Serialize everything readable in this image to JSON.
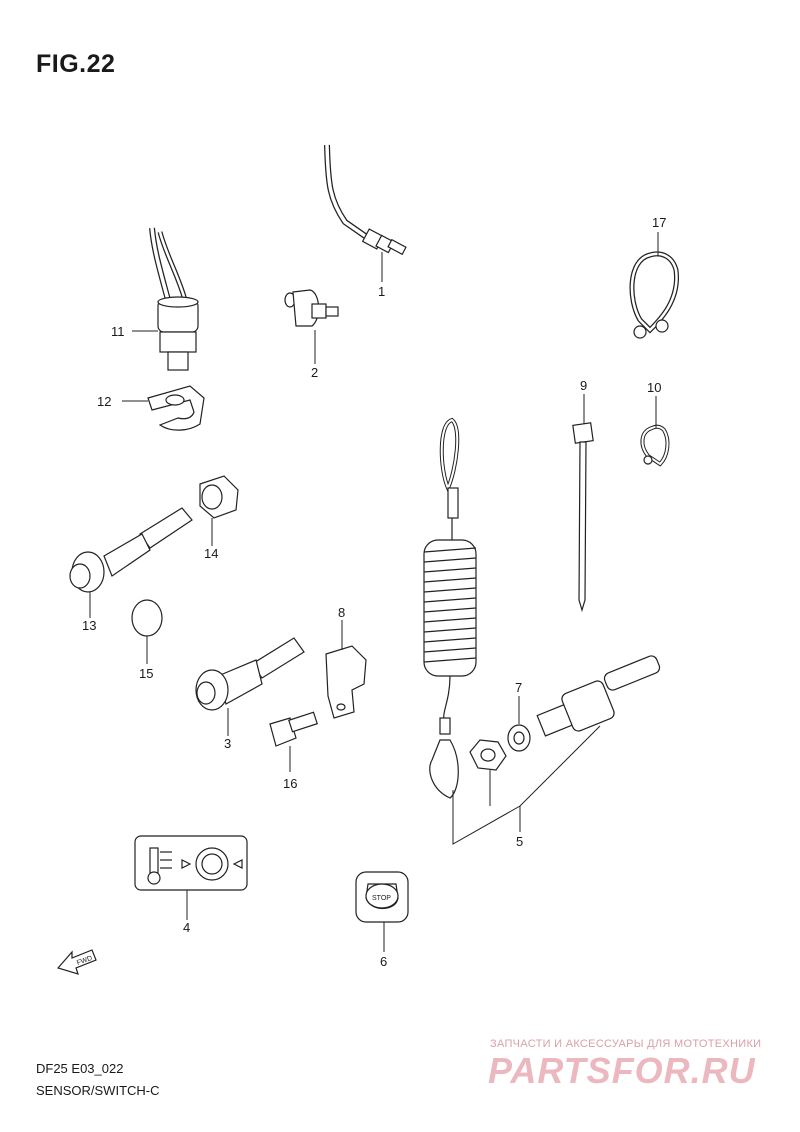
{
  "figure": {
    "title": "FIG.22"
  },
  "footer": {
    "code": "DF25 E03_022",
    "subtitle": "SENSOR/SWITCH-C"
  },
  "watermark": {
    "tagline": "ЗАПЧАСТИ И АКСЕССУАРЫ ДЛЯ МОТОТЕХНИКИ",
    "logo": "PARTSFOR.RU"
  },
  "fwd_label": "FWD",
  "stop_label": "STOP",
  "callouts": [
    "1",
    "2",
    "3",
    "4",
    "5",
    "6",
    "7",
    "8",
    "9",
    "10",
    "11",
    "12",
    "13",
    "14",
    "15",
    "16",
    "17"
  ]
}
